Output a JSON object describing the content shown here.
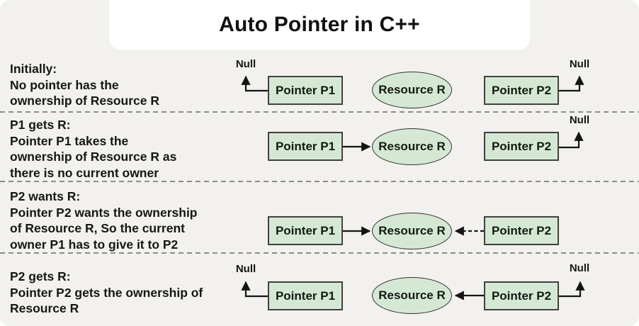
{
  "title": "Auto Pointer in C++",
  "node_labels": {
    "p1": "Pointer P1",
    "p2": "Pointer P2",
    "resource": "Resource R",
    "null_ref": "Null"
  },
  "sections": [
    {
      "heading": "Initially:",
      "lines": [
        "No pointer has the",
        "ownership of Resource R"
      ],
      "state": {
        "p1": "null",
        "p2": "null",
        "resource_owner": "none"
      }
    },
    {
      "heading": "P1 gets R:",
      "lines": [
        "Pointer P1 takes the",
        "ownership of Resource R as",
        "there is no current owner"
      ],
      "state": {
        "p1": "owns-resource",
        "p2": "null",
        "resource_owner": "P1"
      }
    },
    {
      "heading": "P2 wants R:",
      "lines": [
        "Pointer P2 wants the ownership",
        "of Resource R, So the current",
        "owner P1 has to give it to P2"
      ],
      "state": {
        "p1": "owns-resource",
        "p2": "wants-resource-dashed",
        "resource_owner": "P1"
      }
    },
    {
      "heading": "P2 gets R:",
      "lines": [
        "Pointer P2 gets the ownership of",
        "Resource R"
      ],
      "state": {
        "p1": "null",
        "p2": "owns-resource",
        "resource_owner": "P2"
      }
    }
  ],
  "colors": {
    "background": "#f2f1ee",
    "title_card": "#ffffff",
    "node_fill": "#d5e8d4",
    "node_border": "#414141",
    "text": "#161616",
    "separator": "#8c8c8c",
    "connector": "#141414"
  }
}
